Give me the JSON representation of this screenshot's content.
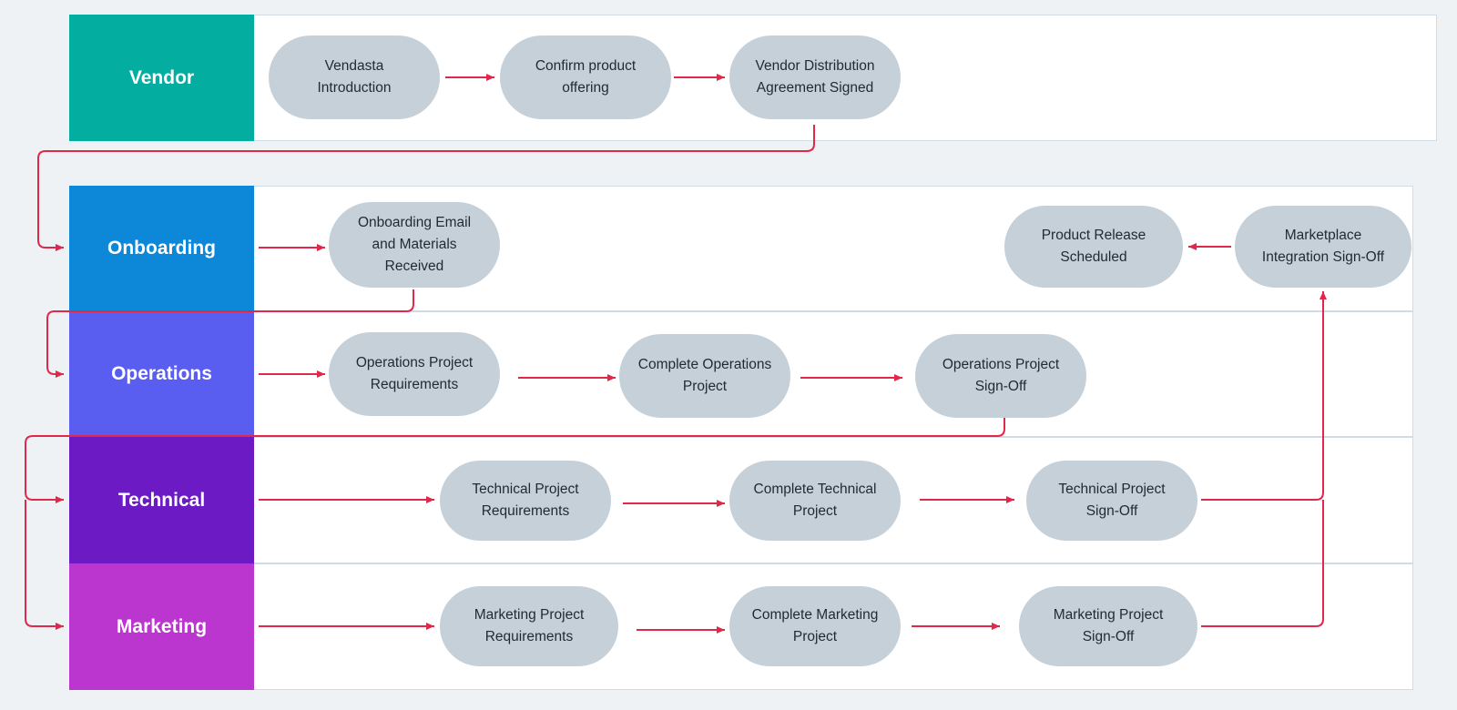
{
  "lanes": [
    {
      "id": "vendor",
      "label": "Vendor",
      "color": "#03ada0"
    },
    {
      "id": "onboarding",
      "label": "Onboarding",
      "color": "#0d88d9"
    },
    {
      "id": "operations",
      "label": "Operations",
      "color": "#595ef0"
    },
    {
      "id": "technical",
      "label": "Technical",
      "color": "#6b1ac4"
    },
    {
      "id": "marketing",
      "label": "Marketing",
      "color": "#bb36cf"
    }
  ],
  "nodes": {
    "vendasta_intro": "Vendasta\nIntroduction",
    "confirm_product": "Confirm product\noffering",
    "vendor_agreement": "Vendor Distribution\nAgreement Signed",
    "onboarding_email": "Onboarding Email\nand Materials\nReceived",
    "product_release": "Product Release\nScheduled",
    "marketplace_signoff": "Marketplace\nIntegration Sign-Off",
    "ops_requirements": "Operations Project\nRequirements",
    "complete_ops": "Complete Operations\nProject",
    "ops_signoff": "Operations Project\nSign-Off",
    "tech_requirements": "Technical Project\nRequirements",
    "complete_tech": "Complete Technical\nProject",
    "tech_signoff": "Technical Project\nSign-Off",
    "mkt_requirements": "Marketing Project\nRequirements",
    "complete_mkt": "Complete Marketing\nProject",
    "mkt_signoff": "Marketing Project\nSign-Off"
  },
  "style": {
    "lane_background": "#ffffff",
    "lane_border": "#cfdbe5",
    "node_fill": "#c5d0d9",
    "arrow_color": "#e0284a",
    "page_background": "#eef2f5"
  }
}
